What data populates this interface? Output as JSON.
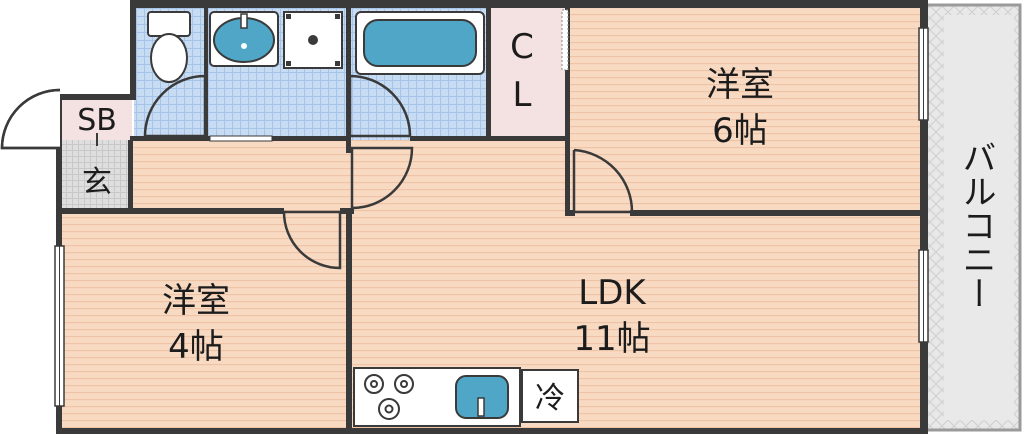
{
  "rooms": {
    "western6": {
      "line1": "洋室",
      "line2": "6帖"
    },
    "western4": {
      "line1": "洋室",
      "line2": "4帖"
    },
    "ldk": {
      "line1": "LDK",
      "line2": "11帖"
    },
    "closet": {
      "line1": "C",
      "line2": "L"
    },
    "shoebox": "SB",
    "entrance": "玄",
    "balcony": "バルコニー",
    "fridge": "冷"
  },
  "colors": {
    "wood_floor": "#f8d9c2",
    "wood_line": "#f2c8ab",
    "tile": "#c7dbf3",
    "tile_line": "#9fc0e6",
    "fixture": "#4fa6c6",
    "closet": "#f4e1e1",
    "entrance": "#dcdcdc",
    "balcony": "#e6e6e6",
    "wall": "#3a3a3a"
  }
}
